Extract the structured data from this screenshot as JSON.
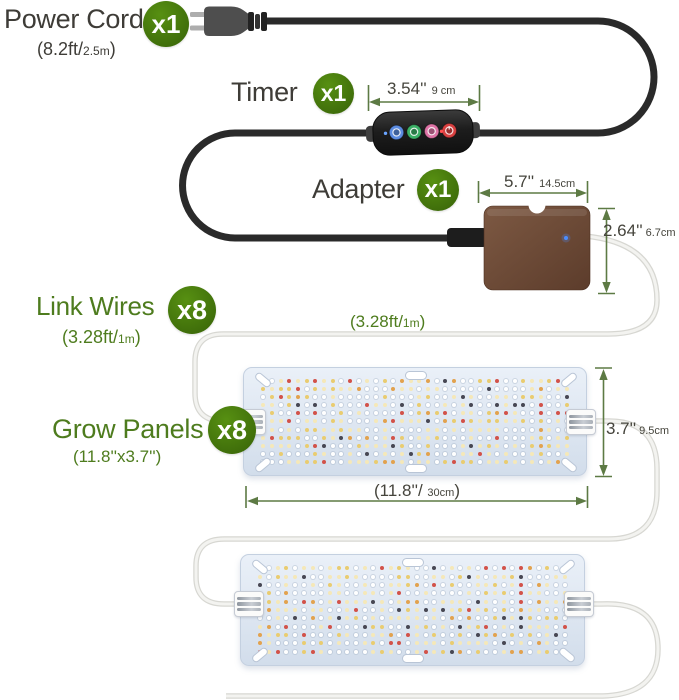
{
  "product": {
    "power_cord": {
      "label": "Power Cord",
      "qty": "x1",
      "spec_pre": "(8.2ft/",
      "spec_small": "2.5m",
      "spec_post": ")"
    },
    "timer": {
      "label": "Timer",
      "qty": "x1"
    },
    "adapter": {
      "label": "Adapter",
      "qty": "x1"
    },
    "link_wires": {
      "label": "Link Wires",
      "qty": "x8",
      "spec_pre": "(3.28ft/",
      "spec_small": "1m",
      "spec_post": ")"
    },
    "grow_panels": {
      "label": "Grow Panels",
      "qty": "x8",
      "spec": "(11.8''x3.7'')"
    }
  },
  "dimensions": {
    "timer_width": {
      "main": "3.54''",
      "small": "9 cm"
    },
    "adapter_width": {
      "main": "5.7''",
      "small": "14.5cm"
    },
    "adapter_height": {
      "main": "2.64''",
      "small": "6.7cm"
    },
    "panel_height": {
      "main": "3.7''",
      "small": "9.5cm"
    },
    "panel_width": {
      "pre": "(11.8''/ ",
      "small": "30cm",
      "post": ")"
    },
    "link_wire": {
      "pre": "(3.28ft/",
      "small": "1m",
      "post": ")"
    }
  },
  "timer_controller": {
    "buttons": [
      {
        "name": "timer-clock-button",
        "color": "#5b8be0"
      },
      {
        "name": "timer-setting-button",
        "color": "#3bb066"
      },
      {
        "name": "timer-dim-button",
        "color": "#de74a6"
      },
      {
        "name": "timer-power-button",
        "color": "#d84040"
      }
    ],
    "indicator_blue": "#6aa4ff",
    "indicator_red": "#ff5050"
  },
  "panel": {
    "rows": 11,
    "cols": 36,
    "palette": [
      "#ffffff",
      "#f5e8b8",
      "#e9cc70",
      "#e2a24e",
      "#d25249",
      "#474753"
    ],
    "weights": [
      0.4,
      0.27,
      0.15,
      0.05,
      0.07,
      0.06
    ]
  },
  "colors": {
    "badge_green": "#4a7c10",
    "badge_green_dark": "#3e6c0a",
    "badge_green_light": "#579012",
    "label_dark": "#3e3c37",
    "label_green": "#4e7c1e",
    "dim_line": "#5d7a44",
    "dim_text": "#45443c",
    "wire_black": "#2a2a2a",
    "wire_white_outer": "#d7d7d2",
    "wire_white_inner": "#f3f3f0",
    "adapter_brown_light": "#7d5943",
    "adapter_brown_dark": "#5c3c2b",
    "adapter_led_blue": "#4b8dff",
    "panel_bg": "#dde6f1",
    "panel_border": "#c4d0e0"
  }
}
